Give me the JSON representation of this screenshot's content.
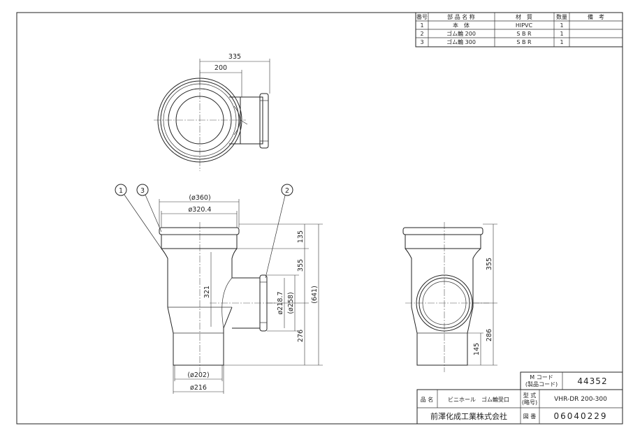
{
  "parts_table": {
    "headers": [
      "番号",
      "部 品 名 称",
      "材　質",
      "数量",
      "備　考"
    ],
    "rows": [
      [
        "1",
        "本　体",
        "HIPVC",
        "1",
        ""
      ],
      [
        "2",
        "ゴム輪 200",
        "S B R",
        "1",
        ""
      ],
      [
        "3",
        "ゴム輪 300",
        "S B R",
        "1",
        ""
      ]
    ]
  },
  "title_block": {
    "mcode_label_1": "M コード",
    "mcode_label_2": "(製品コード)",
    "mcode_value": "44352",
    "name_label": "品 名",
    "name_value": "ビニホール　ゴム輪受口",
    "model_label_1": "型 式",
    "model_label_2": "(略号)",
    "model_value": "VHR-DR 200-300",
    "drawing_label": "図 番",
    "drawing_value": "06040229",
    "company": "前澤化成工業株式会社"
  },
  "dimensions": {
    "top_335": "335",
    "top_200": "200",
    "d360": "(ø360)",
    "d320": "ø320.4",
    "d202": "(ø202)",
    "d216": "ø216",
    "h135": "135",
    "h355": "355",
    "h641": "(641)",
    "h321": "321",
    "h276": "276",
    "d218": "ø218.7",
    "d258": "(ø258)",
    "r355": "355",
    "r286": "286",
    "r145": "145"
  },
  "balloons": {
    "b1": "1",
    "b2": "2",
    "b3": "3"
  }
}
